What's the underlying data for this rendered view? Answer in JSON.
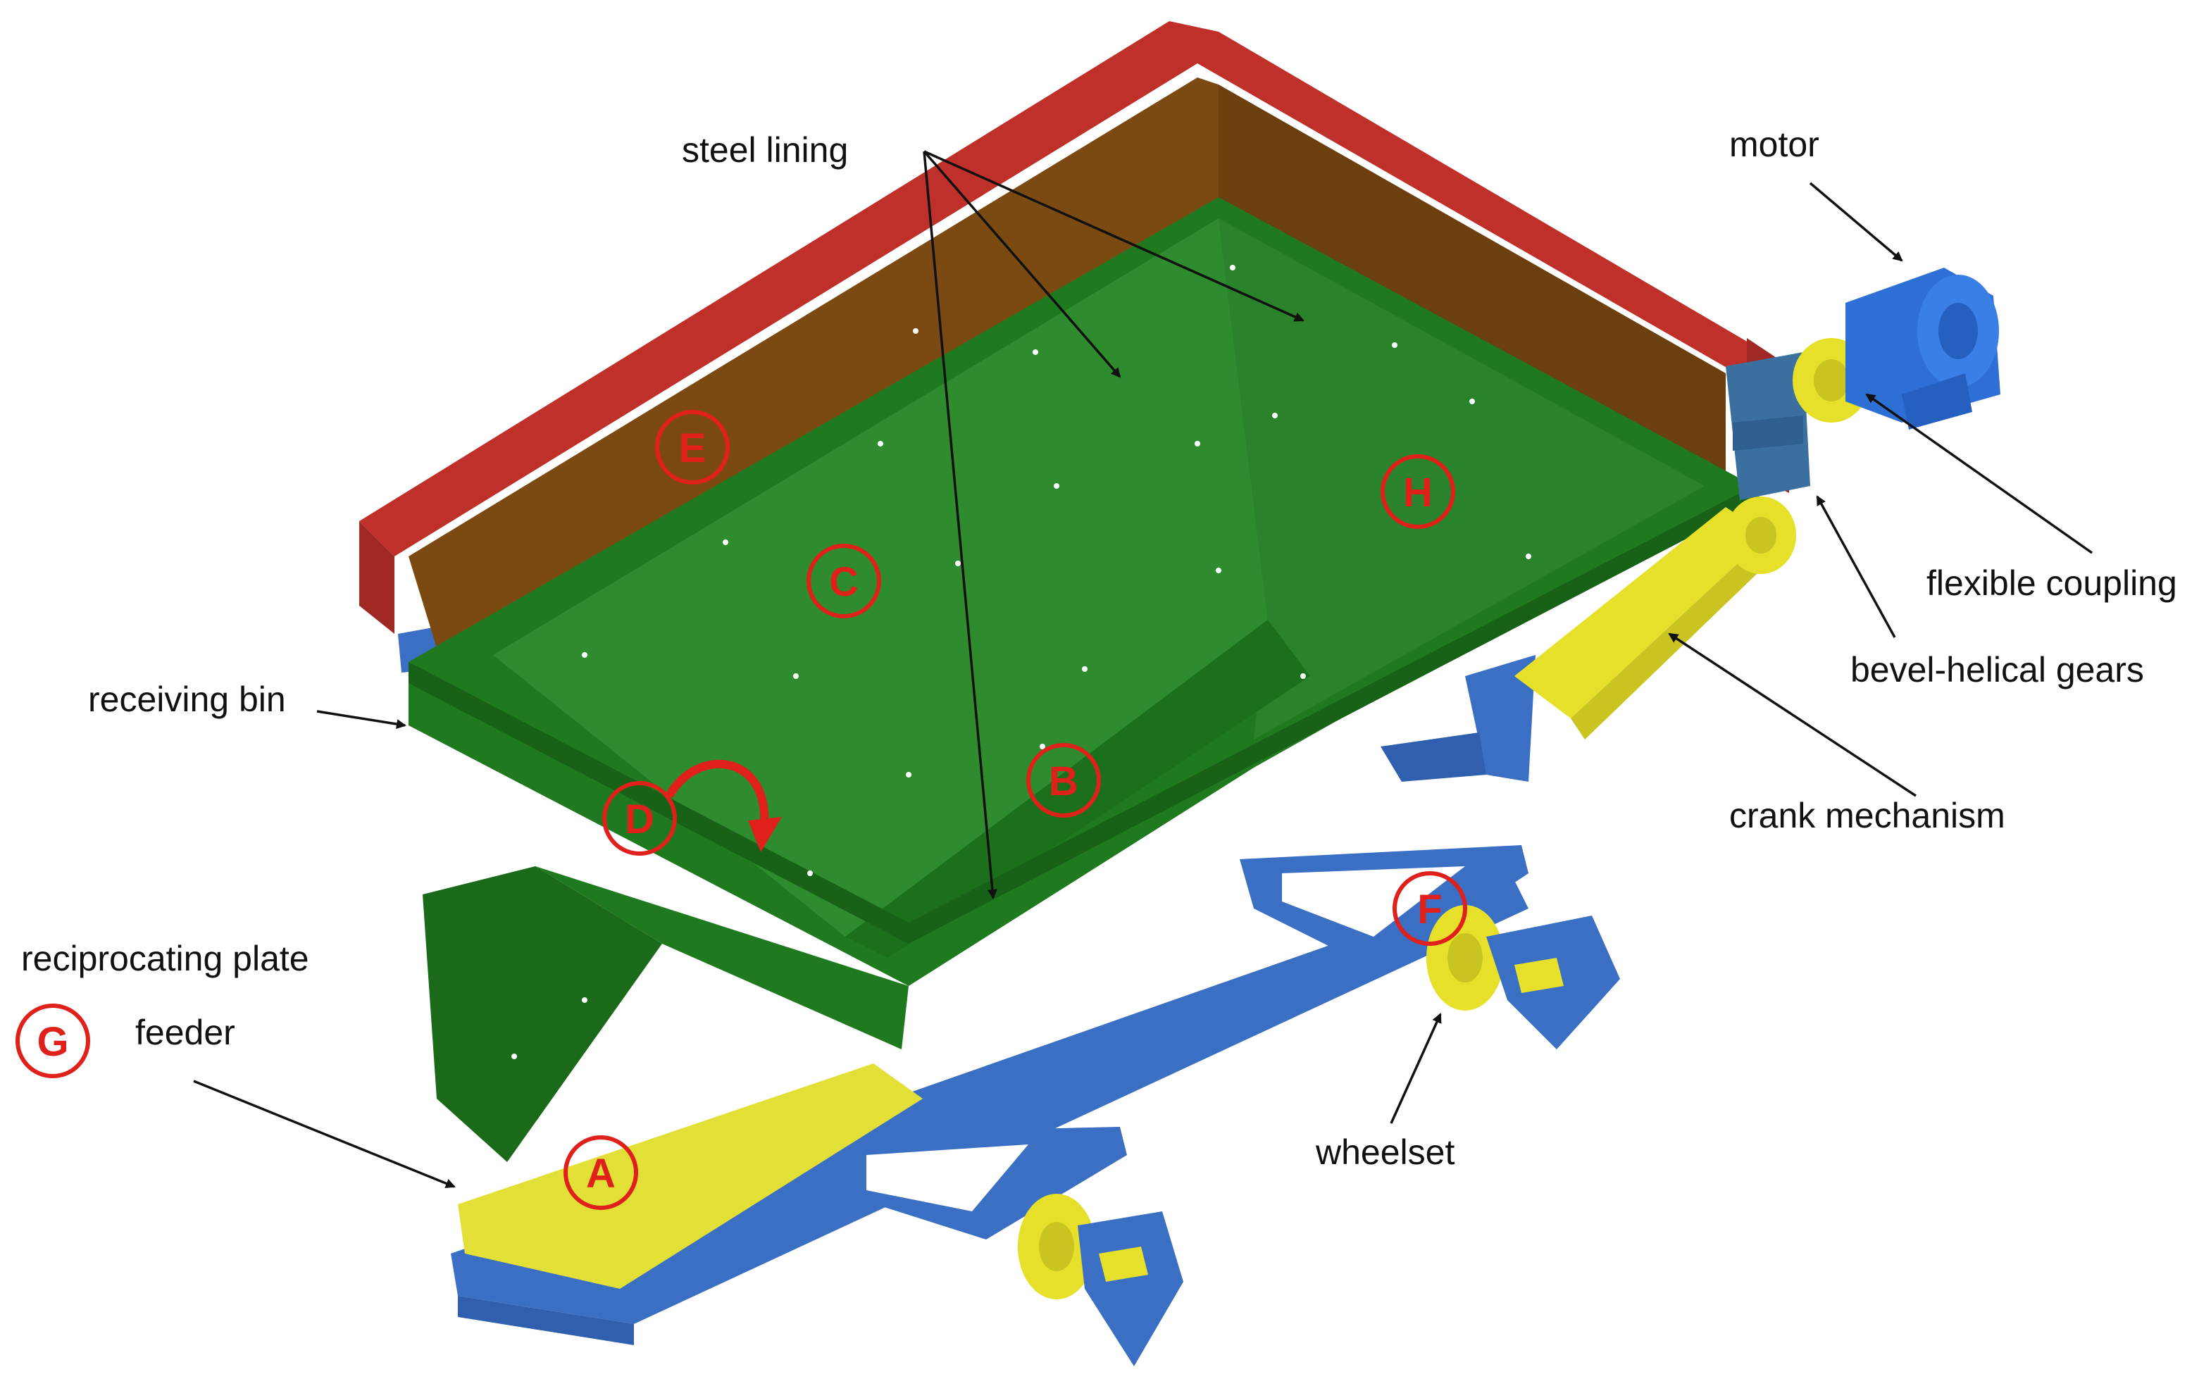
{
  "labels": {
    "steel_lining": "steel lining",
    "motor": "motor",
    "flexible_coupling": "flexible coupling",
    "bevel_helical_gears": "bevel-helical  gears",
    "crank_mechanism": "crank mechanism",
    "receiving_bin": "receiving bin",
    "reciprocating_plate": "reciprocating plate",
    "feeder": "feeder",
    "wheelset": "wheelset"
  },
  "markers": {
    "A": "A",
    "B": "B",
    "C": "C",
    "D": "D",
    "E": "E",
    "F": "F",
    "G": "G",
    "H": "H"
  },
  "colors": {
    "bin_green": "#1f7a1f",
    "lining_green": "#2e8b2e",
    "side_wall_brown": "#7a4a12",
    "top_beam_red": "#c0302a",
    "frame_blue": "#3a6fc4",
    "plate_yellow": "#e2e036",
    "drive_yellow": "#e6e02a",
    "motor_blue": "#2e6fd6",
    "marker_red": "#e0201a"
  }
}
